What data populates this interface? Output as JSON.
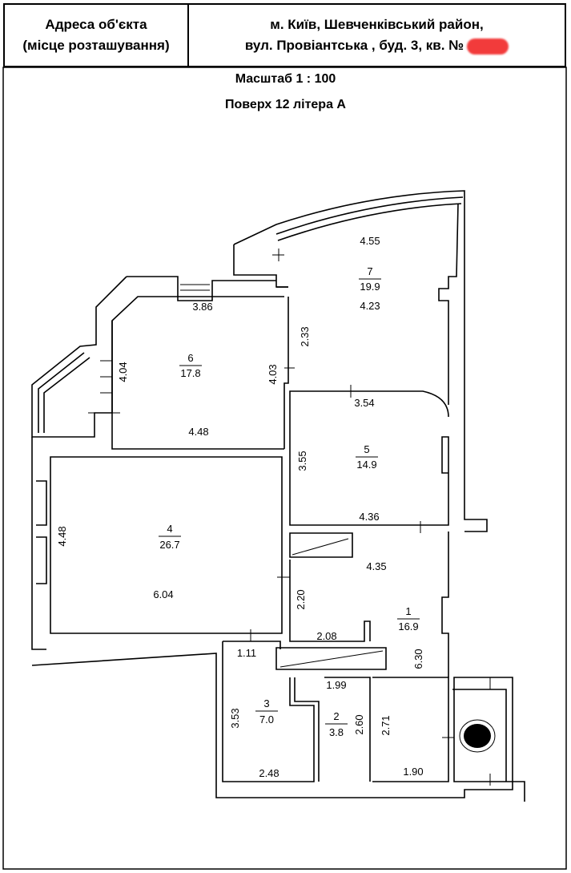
{
  "header": {
    "label_line1": "Адреса об'єкта",
    "label_line2": "(місце розташування)",
    "address_line1": "м. Київ, Шевченківський район,",
    "address_line2": "вул. Провіантська , буд. 3,  кв. №"
  },
  "scale_text": "Масштаб 1 : 100",
  "floor_text": "Поверх 12  літера А",
  "rooms": [
    {
      "number": "1",
      "area": "16.9"
    },
    {
      "number": "2",
      "area": "3.8"
    },
    {
      "number": "3",
      "area": "7.0"
    },
    {
      "number": "4",
      "area": "26.7"
    },
    {
      "number": "5",
      "area": "14.9"
    },
    {
      "number": "6",
      "area": "17.8"
    },
    {
      "number": "7",
      "area": "19.9"
    }
  ],
  "dimensions": {
    "r7_top": "4.55",
    "r7_bottom": "4.23",
    "r7_left": "2.33",
    "r6_top": "3.86",
    "r6_left": "4.04",
    "r6_right": "4.03",
    "r6_bottom": "4.48",
    "r5_top": "3.54",
    "r5_left": "3.55",
    "r5_bottom": "4.36",
    "r4_left": "4.48",
    "r4_bottom": "6.04",
    "r1_top": "4.35",
    "r1_left": "2.20",
    "r1_right": "6.30",
    "r1_bottom": "1.90",
    "hall_bottom": "2.08",
    "r3_top": "1.11",
    "r3_left": "3.53",
    "r3_bottom": "2.48",
    "r2_top": "1.99",
    "r2_right": "2.60",
    "r1_lower": "2.71"
  }
}
